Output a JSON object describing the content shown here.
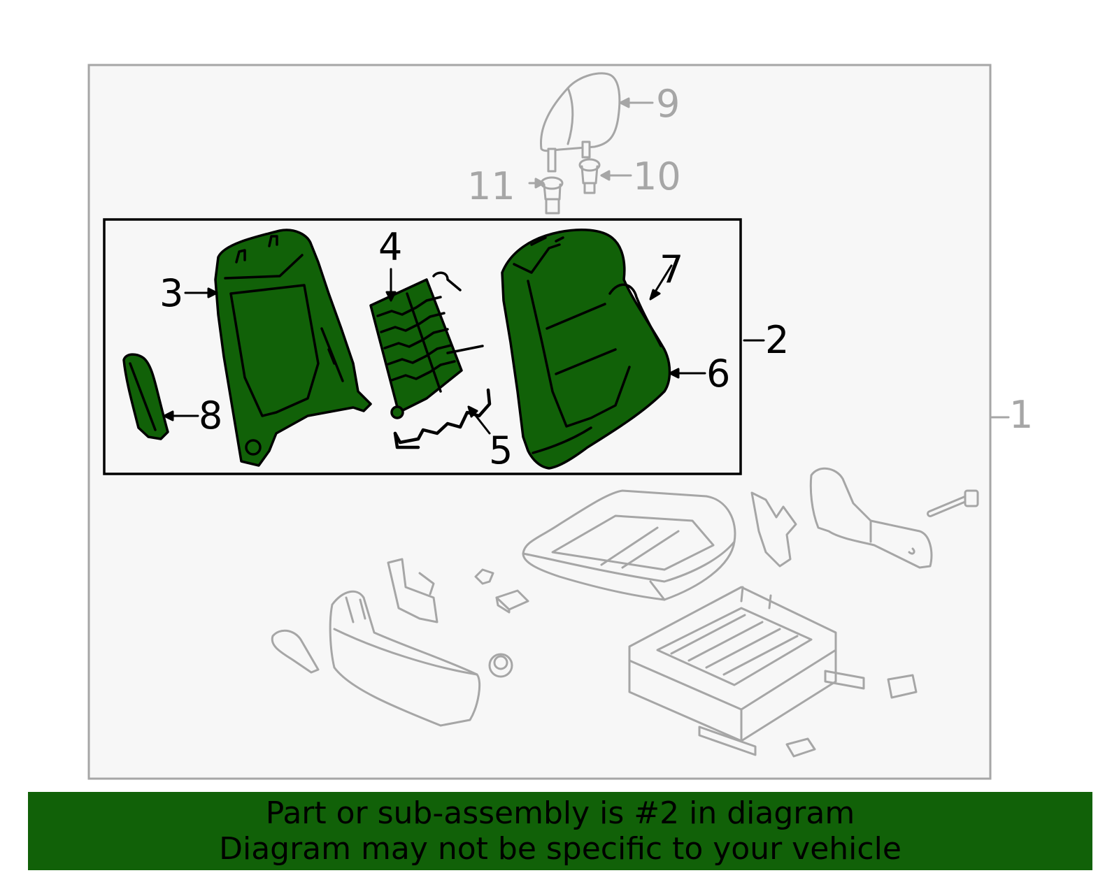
{
  "callouts": {
    "c1": "1",
    "c2": "2",
    "c3": "3",
    "c4": "4",
    "c5": "5",
    "c6": "6",
    "c7": "7",
    "c8": "8",
    "c9": "9",
    "c10": "10",
    "c11": "11"
  },
  "banner": {
    "line1": "Part or sub-assembly is #2 in diagram",
    "line2": "Diagram may not be specific to your vehicle"
  },
  "colors": {
    "highlight": "#116108",
    "banner_background": "#116108",
    "outline_grey": "#a6a6a6",
    "panel_background": "#f7f7f7"
  }
}
